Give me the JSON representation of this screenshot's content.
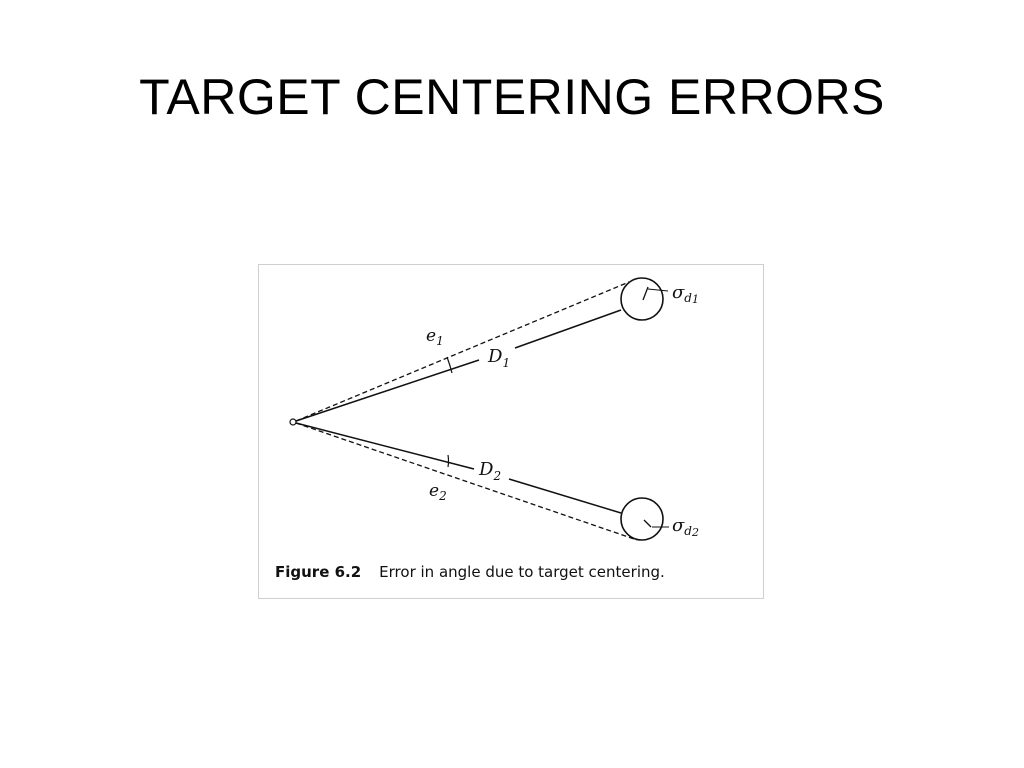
{
  "slide": {
    "title": "TARGET CENTERING ERRORS"
  },
  "figure": {
    "labels": {
      "e1": "e",
      "e1_sub": "1",
      "D1": "D",
      "D1_sub": "1",
      "sigma1": "σ",
      "sigma1_sub": "d",
      "sigma1_subsub": "1",
      "D2": "D",
      "D2_sub": "2",
      "e2": "e",
      "e2_sub": "2",
      "sigma2": "σ",
      "sigma2_sub": "d",
      "sigma2_subsub": "2"
    },
    "caption": {
      "number": "Figure 6.2",
      "text": "Error in angle due to target centering."
    }
  },
  "colors": {
    "ink": "#111111",
    "frame": "#cfcfcf"
  }
}
